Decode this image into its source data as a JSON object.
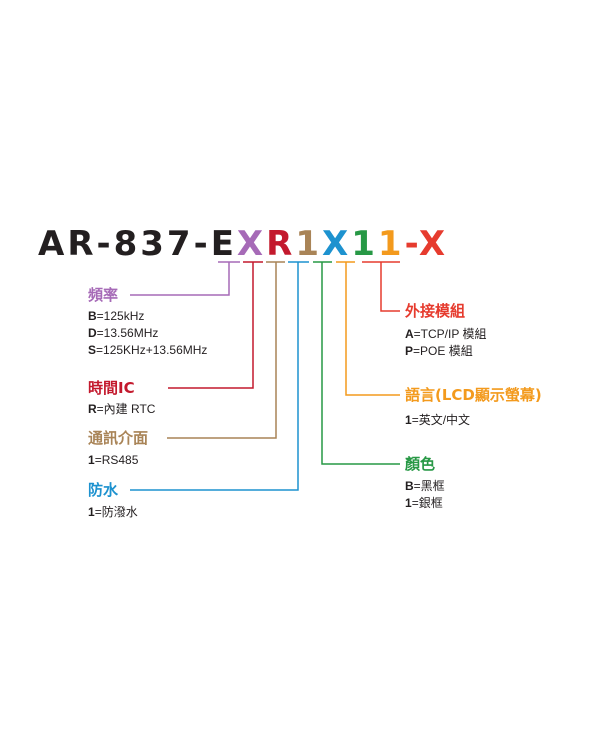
{
  "model": {
    "segments": [
      {
        "text": "AR-837-E",
        "color": "#231f20"
      },
      {
        "text": "X",
        "color": "#a66ab7"
      },
      {
        "text": "R",
        "color": "#c3192d"
      },
      {
        "text": "1",
        "color": "#a98457"
      },
      {
        "text": "X",
        "color": "#1d92cf"
      },
      {
        "text": "1",
        "color": "#279845"
      },
      {
        "text": "1",
        "color": "#f39a1d"
      },
      {
        "text": "-X",
        "color": "#e63b2e"
      }
    ]
  },
  "fields": {
    "frequency": {
      "title": "頻率",
      "color": "#a66ab7",
      "options": [
        {
          "code": "B",
          "desc": "=125kHz"
        },
        {
          "code": "D",
          "desc": "=13.56MHz"
        },
        {
          "code": "S",
          "desc": "=125KHz+13.56MHz"
        }
      ]
    },
    "clock_ic": {
      "title": "時間IC",
      "color": "#c3192d",
      "options": [
        {
          "code": "R",
          "desc": "=內建 RTC"
        }
      ]
    },
    "interface": {
      "title": "通訊介面",
      "color": "#a98457",
      "options": [
        {
          "code": "1",
          "desc": "=RS485"
        }
      ]
    },
    "waterproof": {
      "title": "防水",
      "color": "#1d92cf",
      "options": [
        {
          "code": "1",
          "desc": "=防潑水"
        }
      ]
    },
    "color": {
      "title": "顏色",
      "color": "#279845",
      "options": [
        {
          "code": "B",
          "desc": "=黑框"
        },
        {
          "code": "1",
          "desc": "=銀框"
        }
      ]
    },
    "language": {
      "title": "語言(LCD顯示螢幕)",
      "color": "#f39a1d",
      "options": [
        {
          "code": "1",
          "desc": "=英文/中文"
        }
      ]
    },
    "external_module": {
      "title": "外接模組",
      "color": "#e63b2e",
      "options": [
        {
          "code": "A",
          "desc": "=TCP/IP 模組"
        },
        {
          "code": "P",
          "desc": "=POE 模組"
        }
      ]
    }
  }
}
